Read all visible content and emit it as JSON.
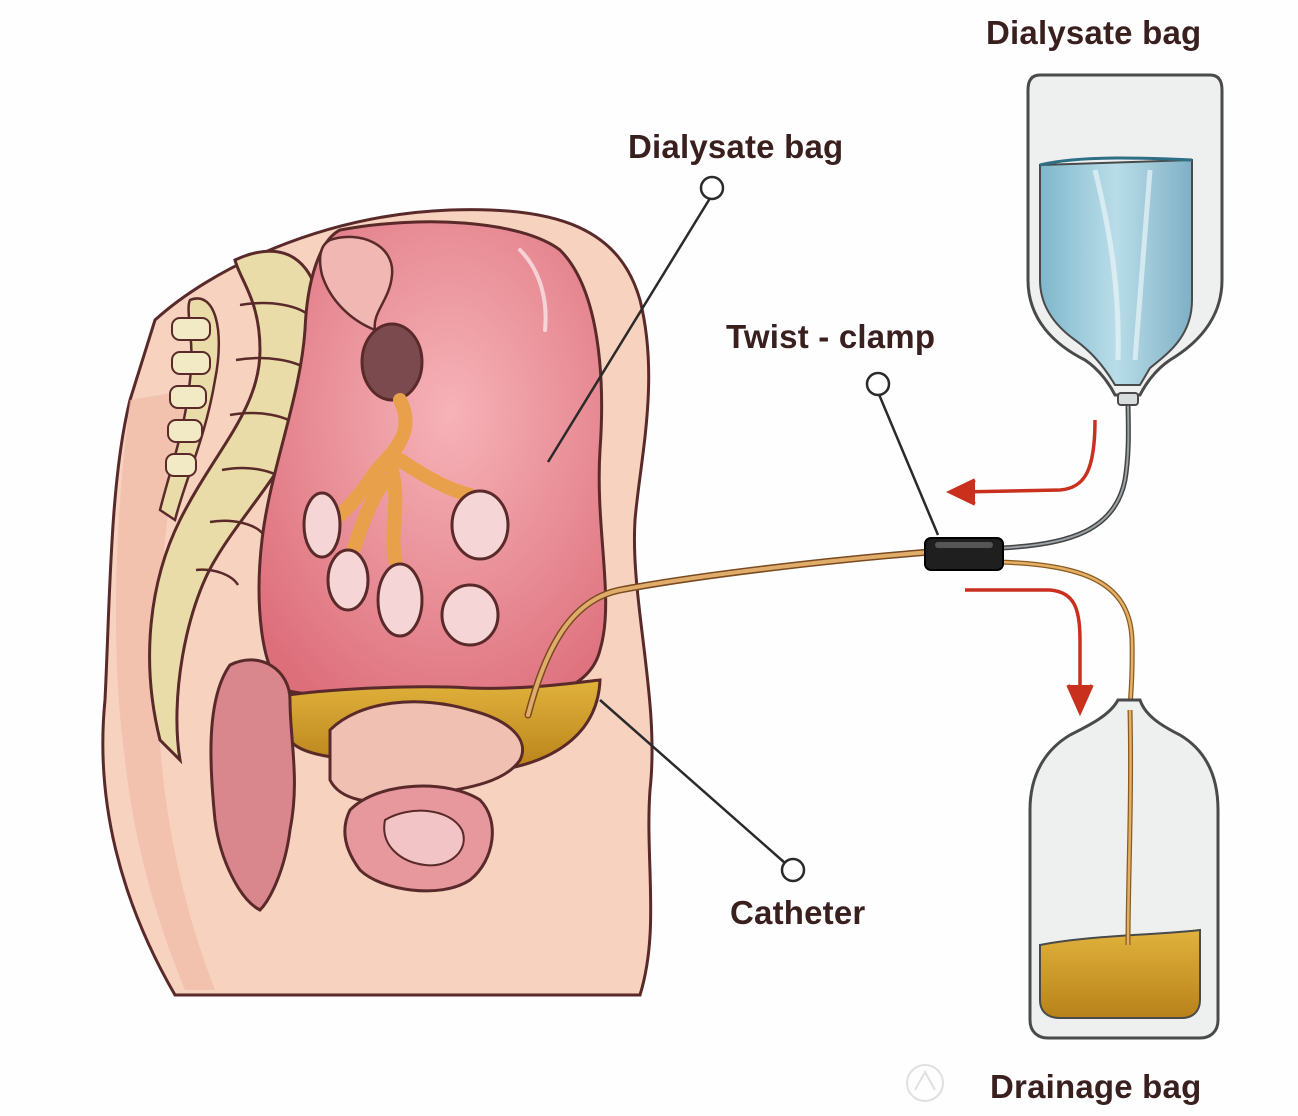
{
  "labels": {
    "top_bag": "Dialysate bag",
    "abdomen": "Dialysate bag",
    "clamp": "Twist - clamp",
    "catheter": "Catheter",
    "drain_bag": "Drainage bag"
  },
  "colors": {
    "skin": "#f7d2bf",
    "outline": "#5a2a2a",
    "peritoneum": "#e8868f",
    "fluid": "#c9961f",
    "dialysate": "#a8d2df",
    "tube": "#d9a566",
    "arrow": "#c9301e"
  },
  "icons": [
    "flow-arrow-in",
    "flow-arrow-out",
    "twist-clamp"
  ]
}
